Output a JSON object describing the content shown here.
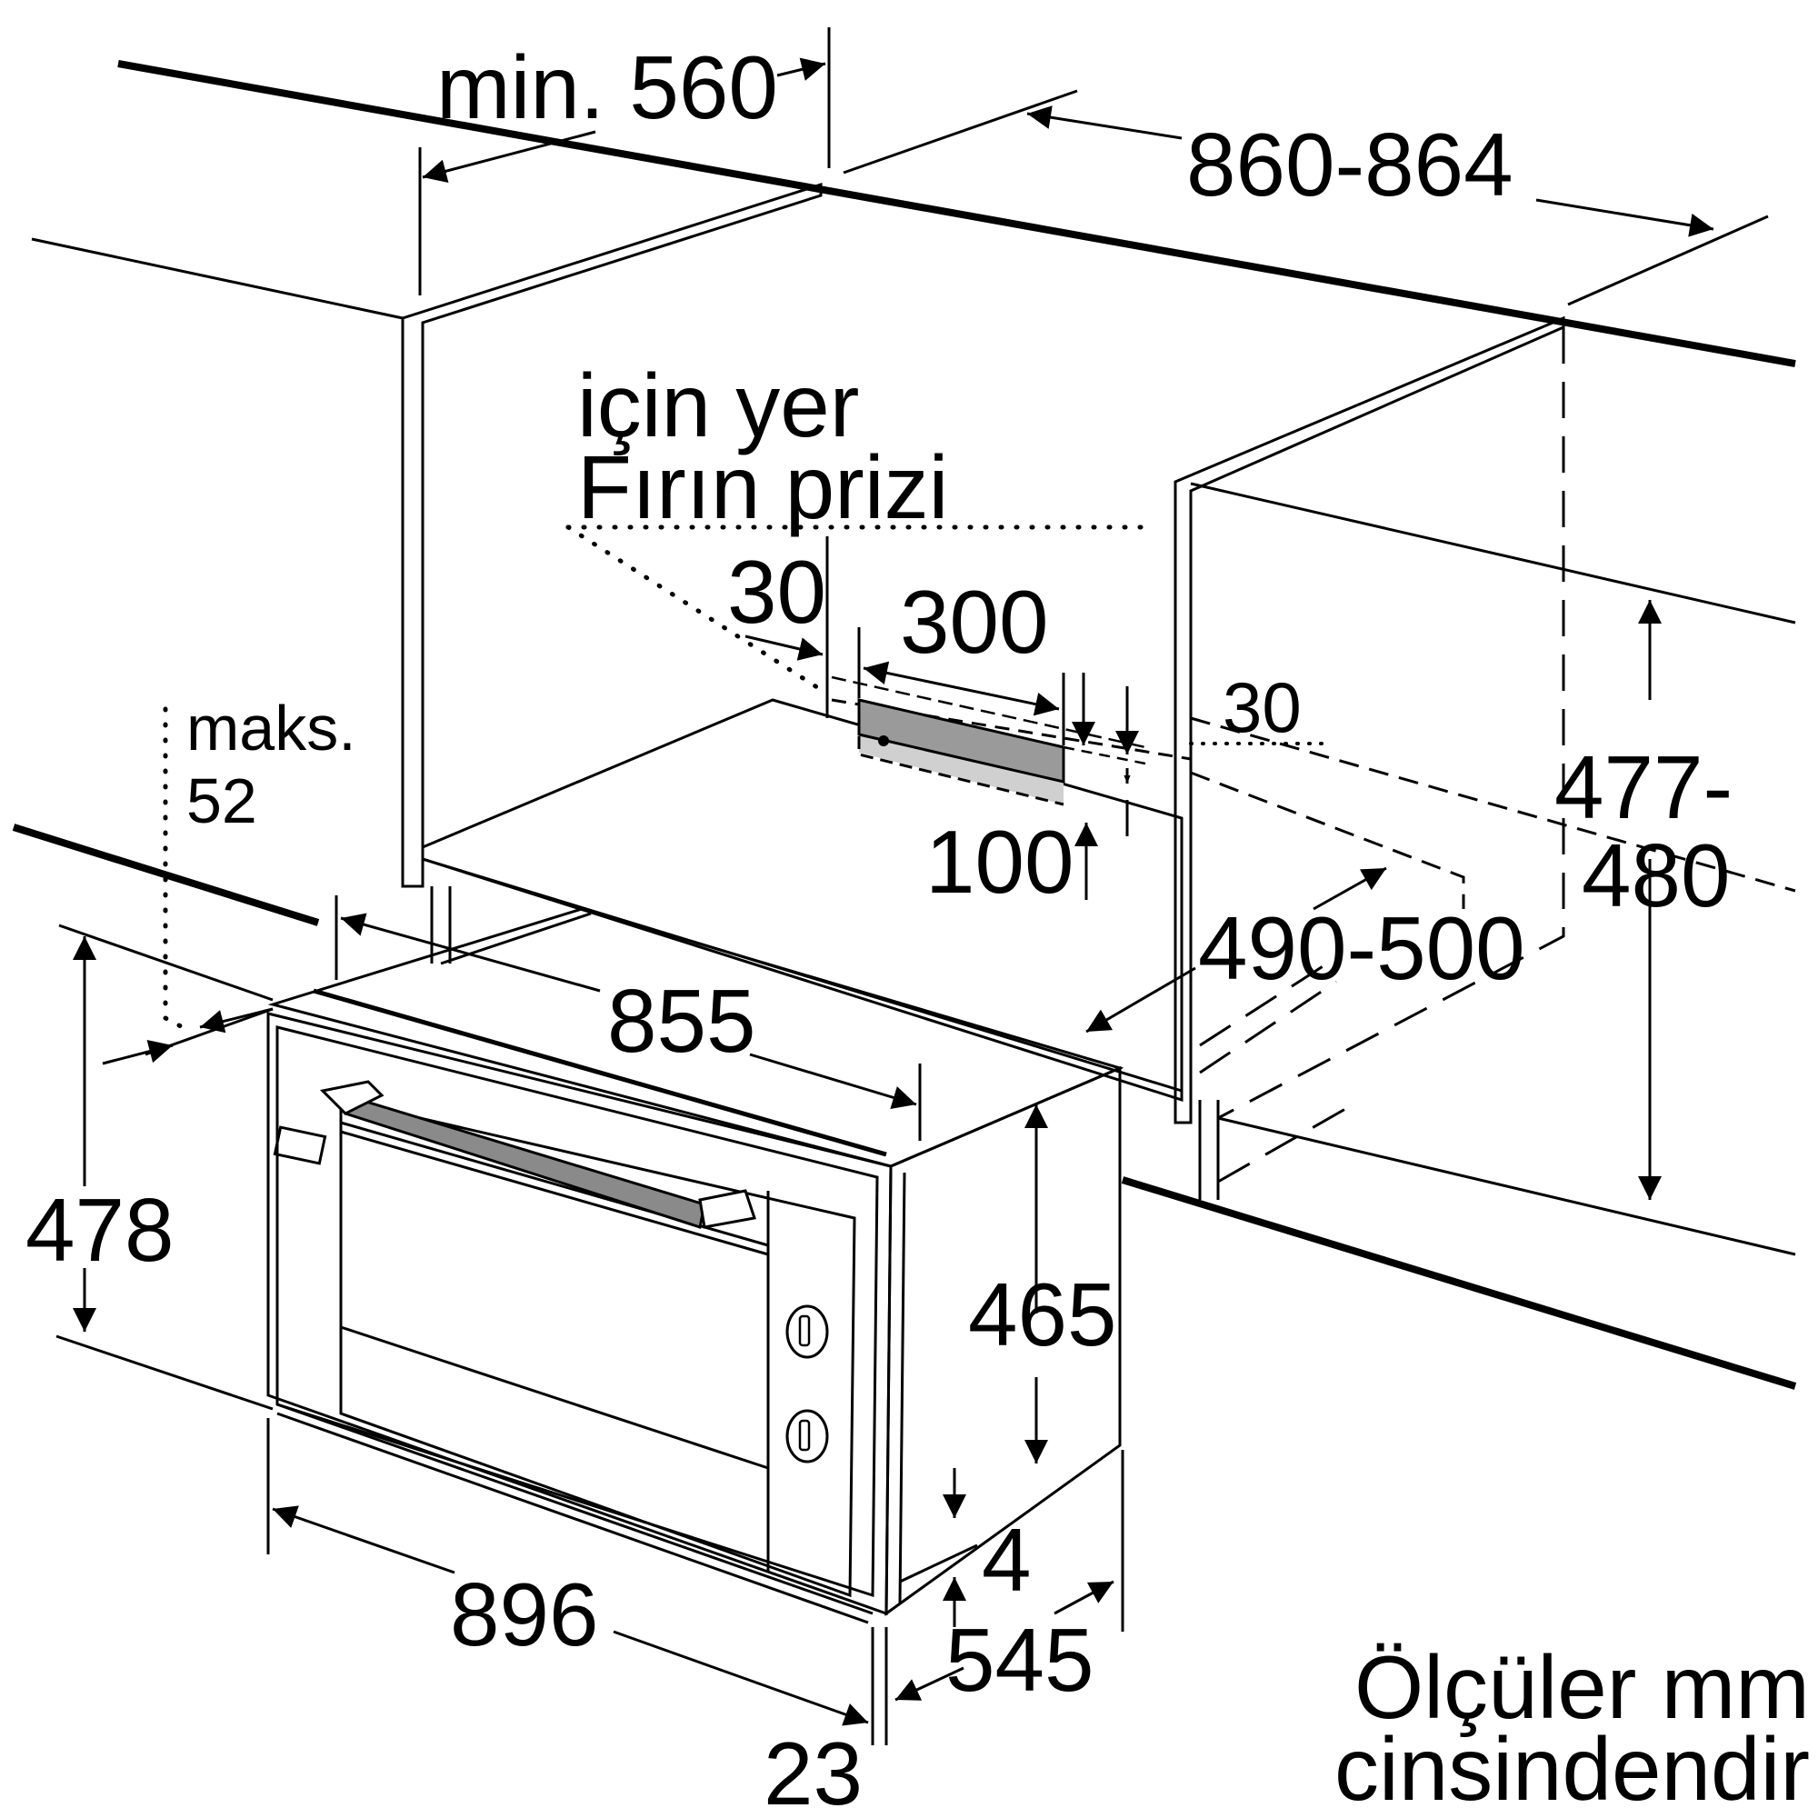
{
  "colors": {
    "line": "#000000",
    "background": "#ffffff",
    "panel": "#9a9a9a",
    "handle": "#8a8a8a",
    "socket_area": "#d0d0d0"
  },
  "dimensions": {
    "min_560": "min. 560",
    "w_860_864": "860-864",
    "socket_line1": "için yer",
    "socket_line2": "Fırın prizi",
    "d_30_left": "30",
    "d_300": "300",
    "d_30_right": "30",
    "d_100": "100",
    "maks_label": "maks.",
    "maks_value": "52",
    "h_477_480_a": "477-",
    "h_477_480_b": "480",
    "d_490_500": "490-500",
    "w_855": "855",
    "h_478": "478",
    "h_465": "465",
    "d_4": "4",
    "w_896": "896",
    "d_545": "545",
    "d_23": "23"
  },
  "note": {
    "line1": "Ölçüler mm",
    "line2": "cinsindendir"
  },
  "icons": [
    "oven-knob-icon",
    "oven-knob-icon",
    "oven-handle",
    "oven-display"
  ]
}
